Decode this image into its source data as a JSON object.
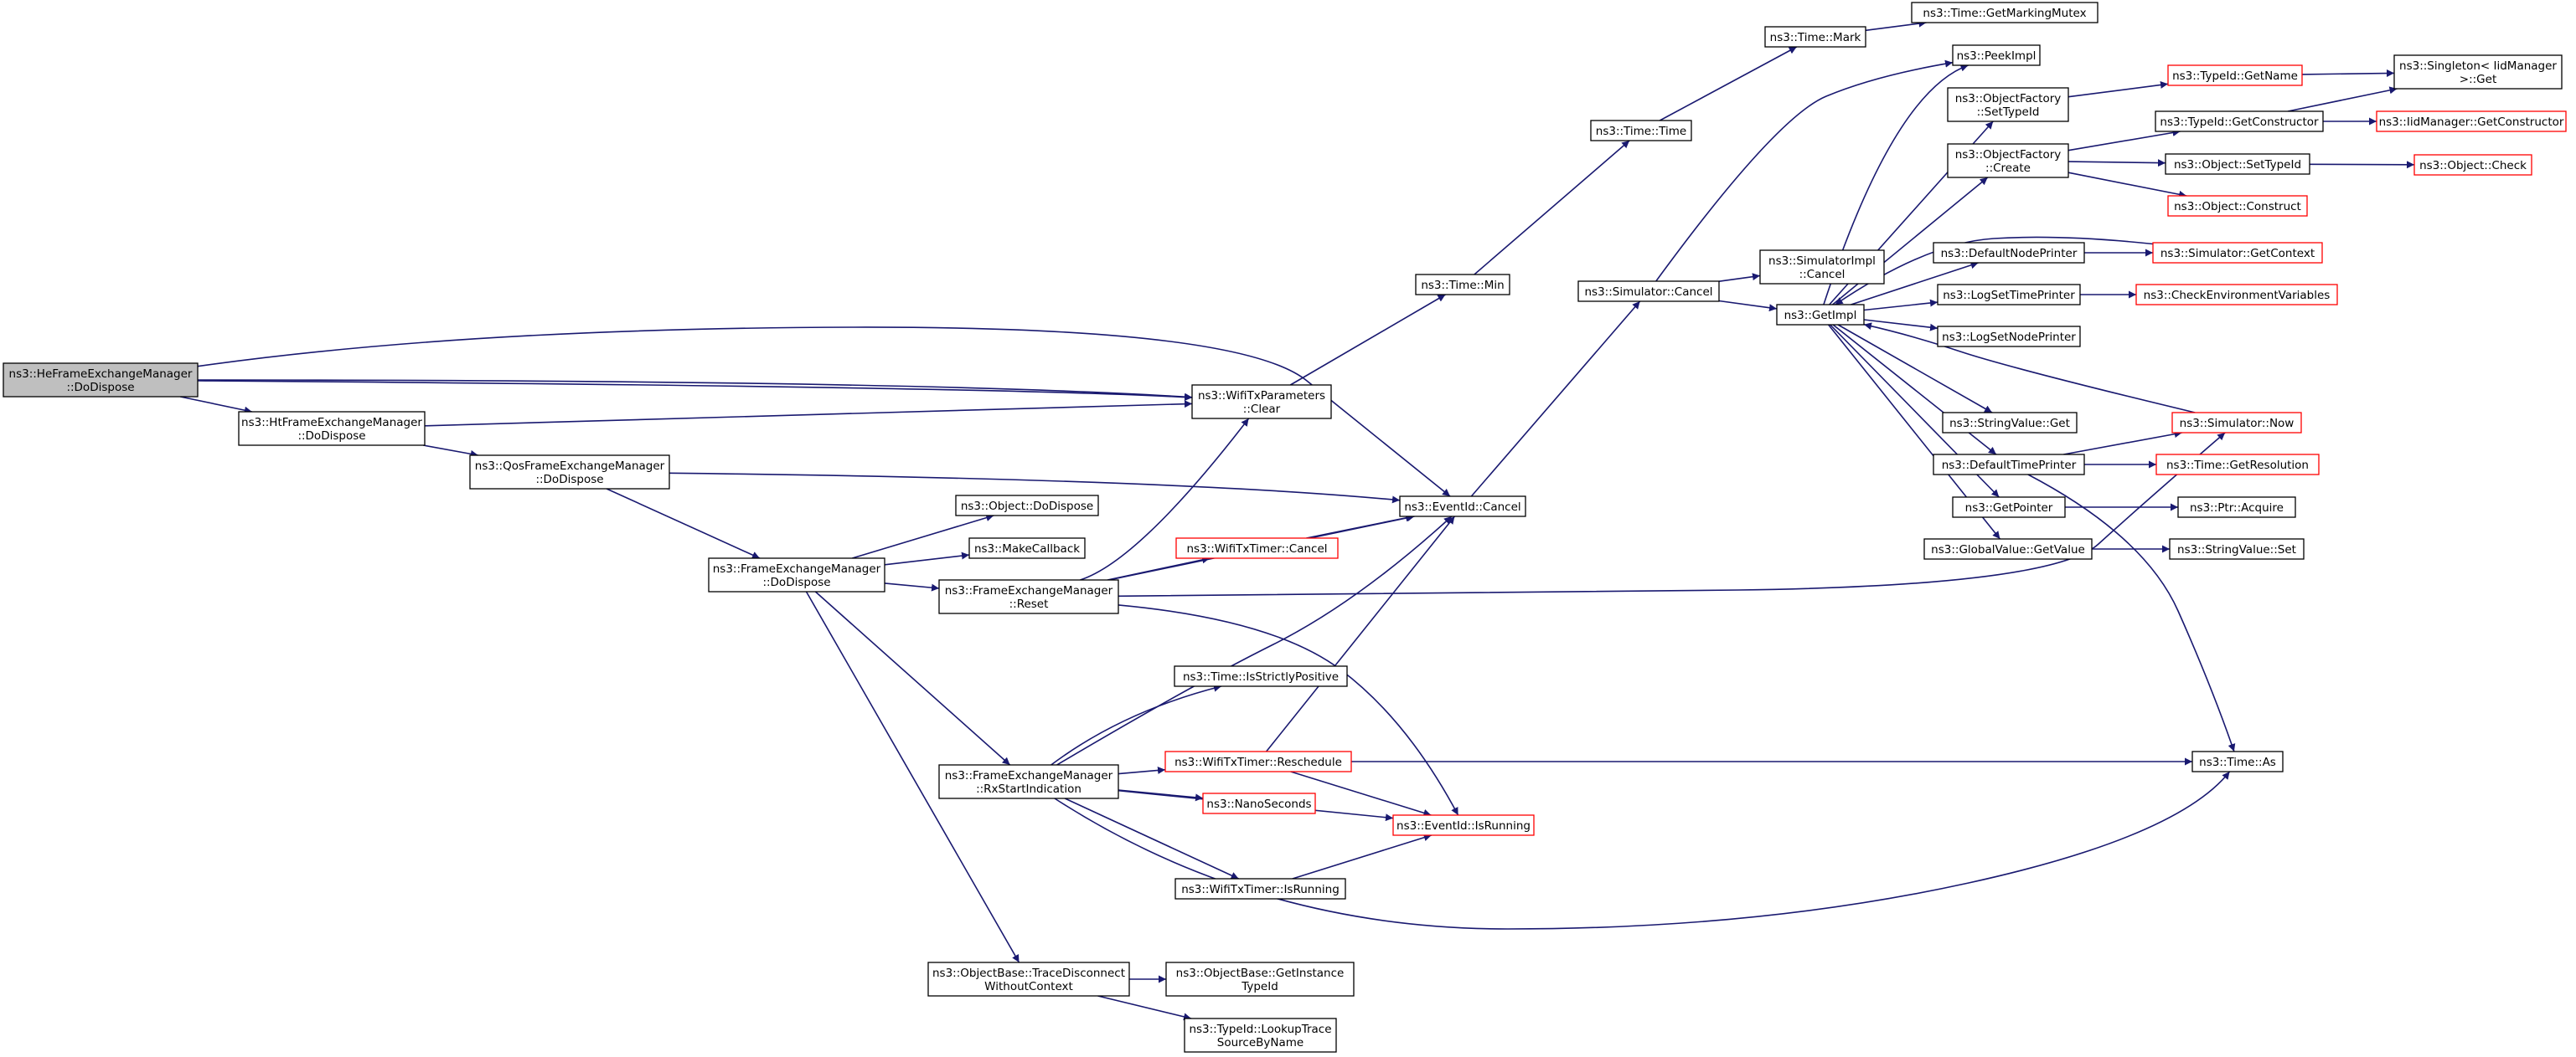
{
  "colors": {
    "edge": "#191970",
    "node_border": "#000000",
    "external_border": "#ff0000",
    "root_fill": "#bfbfbf",
    "background": "#ffffff"
  },
  "nodes": {
    "he_dodispose": {
      "lines": [
        "ns3::HeFrameExchangeManager",
        "::DoDispose"
      ],
      "style": "root"
    },
    "ht_dodispose": {
      "lines": [
        "ns3::HtFrameExchangeManager",
        "::DoDispose"
      ],
      "style": "normal"
    },
    "qos_dodispose": {
      "lines": [
        "ns3::QosFrameExchangeManager",
        "::DoDispose"
      ],
      "style": "normal"
    },
    "fem_dodispose": {
      "lines": [
        "ns3::FrameExchangeManager",
        "::DoDispose"
      ],
      "style": "normal"
    },
    "object_dodispose": {
      "lines": [
        "ns3::Object::DoDispose"
      ],
      "style": "normal"
    },
    "makecallback": {
      "lines": [
        "ns3::MakeCallback"
      ],
      "style": "normal"
    },
    "fem_reset": {
      "lines": [
        "ns3::FrameExchangeManager",
        "::Reset"
      ],
      "style": "normal"
    },
    "fem_rxstart": {
      "lines": [
        "ns3::FrameExchangeManager",
        "::RxStartIndication"
      ],
      "style": "normal"
    },
    "objectbase_tracedisc": {
      "lines": [
        "ns3::ObjectBase::TraceDisconnect",
        "WithoutContext"
      ],
      "style": "normal"
    },
    "wifitxparams_clear": {
      "lines": [
        "ns3::WifiTxParameters",
        "::Clear"
      ],
      "style": "normal"
    },
    "wifitxtimer_cancel": {
      "lines": [
        "ns3::WifiTxTimer::Cancel"
      ],
      "style": "red"
    },
    "time_isstrictlypositive": {
      "lines": [
        "ns3::Time::IsStrictlyPositive"
      ],
      "style": "normal"
    },
    "wifitxtimer_reschedule": {
      "lines": [
        "ns3::WifiTxTimer::Reschedule"
      ],
      "style": "red"
    },
    "nanoseconds": {
      "lines": [
        "ns3::NanoSeconds"
      ],
      "style": "red"
    },
    "wifitxtimer_isrunning": {
      "lines": [
        "ns3::WifiTxTimer::IsRunning"
      ],
      "style": "normal"
    },
    "objectbase_getinstance": {
      "lines": [
        "ns3::ObjectBase::GetInstance",
        "TypeId"
      ],
      "style": "normal"
    },
    "typeid_lookuptrace": {
      "lines": [
        "ns3::TypeId::LookupTrace",
        "SourceByName"
      ],
      "style": "normal"
    },
    "time_min": {
      "lines": [
        "ns3::Time::Min"
      ],
      "style": "normal"
    },
    "eventid_cancel": {
      "lines": [
        "ns3::EventId::Cancel"
      ],
      "style": "normal"
    },
    "eventid_isrunning": {
      "lines": [
        "ns3::EventId::IsRunning"
      ],
      "style": "red"
    },
    "time_time": {
      "lines": [
        "ns3::Time::Time"
      ],
      "style": "normal"
    },
    "time_mark": {
      "lines": [
        "ns3::Time::Mark"
      ],
      "style": "normal"
    },
    "time_getmarkingmutex": {
      "lines": [
        "ns3::Time::GetMarkingMutex"
      ],
      "style": "normal"
    },
    "simulator_cancel": {
      "lines": [
        "ns3::Simulator::Cancel"
      ],
      "style": "normal"
    },
    "simulatorimpl_cancel": {
      "lines": [
        "ns3::SimulatorImpl",
        "::Cancel"
      ],
      "style": "normal"
    },
    "getimpl": {
      "lines": [
        "ns3::GetImpl"
      ],
      "style": "normal"
    },
    "peekimpl": {
      "lines": [
        "ns3::PeekImpl"
      ],
      "style": "normal"
    },
    "objectfactory_settypeid": {
      "lines": [
        "ns3::ObjectFactory",
        "::SetTypeId"
      ],
      "style": "normal"
    },
    "objectfactory_create": {
      "lines": [
        "ns3::ObjectFactory",
        "::Create"
      ],
      "style": "normal"
    },
    "defaultnodeprinter": {
      "lines": [
        "ns3::DefaultNodePrinter"
      ],
      "style": "normal"
    },
    "logsettimeprinter": {
      "lines": [
        "ns3::LogSetTimePrinter"
      ],
      "style": "normal"
    },
    "logsetnodeprinter": {
      "lines": [
        "ns3::LogSetNodePrinter"
      ],
      "style": "normal"
    },
    "stringvalue_get": {
      "lines": [
        "ns3::StringValue::Get"
      ],
      "style": "normal"
    },
    "defaulttimeprinter": {
      "lines": [
        "ns3::DefaultTimePrinter"
      ],
      "style": "normal"
    },
    "getpointer": {
      "lines": [
        "ns3::GetPointer"
      ],
      "style": "normal"
    },
    "globalvalue_getvalue": {
      "lines": [
        "ns3::GlobalValue::GetValue"
      ],
      "style": "normal"
    },
    "typeid_getname": {
      "lines": [
        "ns3::TypeId::GetName"
      ],
      "style": "red"
    },
    "singleton_get": {
      "lines": [
        "ns3::Singleton< IidManager",
        ">::Get"
      ],
      "style": "normal"
    },
    "typeid_getconstructor": {
      "lines": [
        "ns3::TypeId::GetConstructor"
      ],
      "style": "normal"
    },
    "iidmanager_getconstructor": {
      "lines": [
        "ns3::IidManager::GetConstructor"
      ],
      "style": "red"
    },
    "object_settypeid": {
      "lines": [
        "ns3::Object::SetTypeId"
      ],
      "style": "normal"
    },
    "object_check": {
      "lines": [
        "ns3::Object::Check"
      ],
      "style": "red"
    },
    "object_construct": {
      "lines": [
        "ns3::Object::Construct"
      ],
      "style": "red"
    },
    "simulator_getcontext": {
      "lines": [
        "ns3::Simulator::GetContext"
      ],
      "style": "red"
    },
    "checkenvvars": {
      "lines": [
        "ns3::CheckEnvironmentVariables"
      ],
      "style": "red"
    },
    "simulator_now": {
      "lines": [
        "ns3::Simulator::Now"
      ],
      "style": "red"
    },
    "time_getresolution": {
      "lines": [
        "ns3::Time::GetResolution"
      ],
      "style": "red"
    },
    "ptr_acquire": {
      "lines": [
        "ns3::Ptr::Acquire"
      ],
      "style": "normal"
    },
    "stringvalue_set": {
      "lines": [
        "ns3::StringValue::Set"
      ],
      "style": "normal"
    },
    "time_as": {
      "lines": [
        "ns3::Time::As"
      ],
      "style": "normal"
    }
  },
  "edges": [
    [
      "he_dodispose",
      "ht_dodispose"
    ],
    [
      "he_dodispose",
      "wifitxparams_clear"
    ],
    [
      "he_dodispose",
      "wifitxparams_clear"
    ],
    [
      "he_dodispose",
      "eventid_cancel"
    ],
    [
      "ht_dodispose",
      "qos_dodispose"
    ],
    [
      "ht_dodispose",
      "wifitxparams_clear"
    ],
    [
      "qos_dodispose",
      "fem_dodispose"
    ],
    [
      "qos_dodispose",
      "eventid_cancel"
    ],
    [
      "fem_dodispose",
      "object_dodispose"
    ],
    [
      "fem_dodispose",
      "makecallback"
    ],
    [
      "fem_dodispose",
      "fem_reset"
    ],
    [
      "fem_dodispose",
      "fem_rxstart"
    ],
    [
      "fem_dodispose",
      "objectbase_tracedisc"
    ],
    [
      "fem_reset",
      "wifitxparams_clear"
    ],
    [
      "fem_reset",
      "eventid_cancel"
    ],
    [
      "fem_reset",
      "wifitxtimer_cancel"
    ],
    [
      "fem_reset",
      "eventid_isrunning"
    ],
    [
      "fem_reset",
      "simulator_now"
    ],
    [
      "fem_rxstart",
      "time_isstrictlypositive"
    ],
    [
      "fem_rxstart",
      "eventid_cancel"
    ],
    [
      "fem_rxstart",
      "wifitxtimer_reschedule"
    ],
    [
      "fem_rxstart",
      "nanoseconds"
    ],
    [
      "fem_rxstart",
      "eventid_isrunning"
    ],
    [
      "fem_rxstart",
      "wifitxtimer_isrunning"
    ],
    [
      "fem_rxstart",
      "time_as"
    ],
    [
      "objectbase_tracedisc",
      "objectbase_getinstance"
    ],
    [
      "objectbase_tracedisc",
      "typeid_lookuptrace"
    ],
    [
      "wifitxparams_clear",
      "time_min"
    ],
    [
      "wifitxtimer_cancel",
      "eventid_cancel"
    ],
    [
      "wifitxtimer_reschedule",
      "eventid_cancel"
    ],
    [
      "wifitxtimer_reschedule",
      "eventid_isrunning"
    ],
    [
      "wifitxtimer_reschedule",
      "time_as"
    ],
    [
      "wifitxtimer_isrunning",
      "eventid_isrunning"
    ],
    [
      "time_min",
      "time_time"
    ],
    [
      "time_time",
      "time_mark"
    ],
    [
      "time_mark",
      "time_getmarkingmutex"
    ],
    [
      "eventid_cancel",
      "simulator_cancel"
    ],
    [
      "simulator_cancel",
      "peekimpl"
    ],
    [
      "simulator_cancel",
      "simulatorimpl_cancel"
    ],
    [
      "simulator_cancel",
      "getimpl"
    ],
    [
      "getimpl",
      "peekimpl"
    ],
    [
      "getimpl",
      "objectfactory_settypeid"
    ],
    [
      "getimpl",
      "objectfactory_create"
    ],
    [
      "getimpl",
      "defaultnodeprinter"
    ],
    [
      "getimpl",
      "logsettimeprinter"
    ],
    [
      "getimpl",
      "logsetnodeprinter"
    ],
    [
      "getimpl",
      "stringvalue_get"
    ],
    [
      "getimpl",
      "defaulttimeprinter"
    ],
    [
      "getimpl",
      "getpointer"
    ],
    [
      "getimpl",
      "globalvalue_getvalue"
    ],
    [
      "objectfactory_settypeid",
      "typeid_getname"
    ],
    [
      "typeid_getname",
      "singleton_get"
    ],
    [
      "typeid_getconstructor",
      "singleton_get"
    ],
    [
      "typeid_getconstructor",
      "iidmanager_getconstructor"
    ],
    [
      "objectfactory_create",
      "typeid_getconstructor"
    ],
    [
      "objectfactory_create",
      "object_settypeid"
    ],
    [
      "objectfactory_create",
      "object_construct"
    ],
    [
      "object_settypeid",
      "object_check"
    ],
    [
      "defaultnodeprinter",
      "simulator_getcontext"
    ],
    [
      "simulator_getcontext",
      "getimpl"
    ],
    [
      "logsettimeprinter",
      "checkenvvars"
    ],
    [
      "simulator_now",
      "getimpl"
    ],
    [
      "defaulttimeprinter",
      "simulator_now"
    ],
    [
      "defaulttimeprinter",
      "time_getresolution"
    ],
    [
      "defaulttimeprinter",
      "time_as"
    ],
    [
      "getpointer",
      "ptr_acquire"
    ],
    [
      "globalvalue_getvalue",
      "stringvalue_set"
    ]
  ]
}
